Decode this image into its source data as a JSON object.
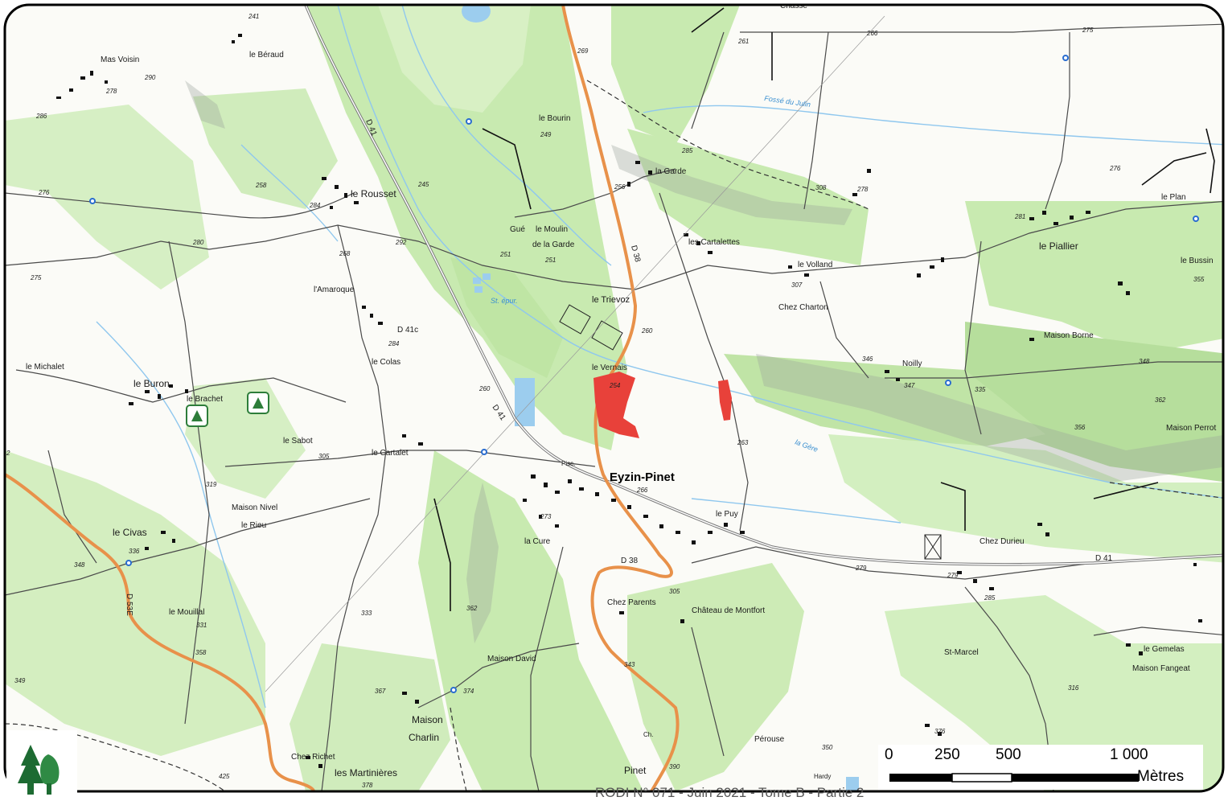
{
  "map": {
    "town": "Eyzin-Pinet",
    "places": [
      "Mas Voisin",
      "le Béraud",
      "le Rousset",
      "l'Amaroque",
      "le Michalet",
      "le Buron",
      "le Brachet",
      "le Colas",
      "le Sabot",
      "le Cartalet",
      "Maison Nivel",
      "le Rieu",
      "le Civas",
      "le Mouillal",
      "Chez Richet",
      "les Martinières",
      "Maison David",
      "Maison",
      "Charlin",
      "le Bourin",
      "la Garde",
      "Gué",
      "le Moulin",
      "de la Garde",
      "le Trievoz",
      "le Vernais",
      "les Cartalettes",
      "le Volland",
      "Chez Charton",
      "Noilly",
      "le Piallier",
      "le Plan",
      "le Bussin",
      "Maison Borne",
      "Maison Perrot",
      "le Puy",
      "Chez Durieu",
      "Chez Parents",
      "Château de Montfort",
      "St-Marcel",
      "le Gemelas",
      "Maison Fangeat",
      "Pérouse",
      "Pinet",
      "la Cure",
      "Pisc.",
      "Ch.",
      "Hardy"
    ],
    "roads": [
      "D 41",
      "D 41c",
      "D 38",
      "D 53E"
    ],
    "waterways": [
      "Fossé du Julin",
      "la Gère",
      "St. épur."
    ],
    "altitudes": [
      "241",
      "290",
      "278",
      "286",
      "258",
      "284",
      "245",
      "276",
      "280",
      "268",
      "292",
      "275",
      "284",
      "260",
      "319",
      "305",
      "336",
      "348",
      "331",
      "358",
      "349",
      "367",
      "378",
      "425",
      "333",
      "362",
      "374",
      "269",
      "249",
      "256",
      "251",
      "251",
      "260",
      "254",
      "285",
      "308",
      "278",
      "261",
      "266",
      "275",
      "276",
      "307",
      "346",
      "347",
      "335",
      "281",
      "355",
      "348",
      "362",
      "356",
      "263",
      "266",
      "273",
      "305",
      "279",
      "279",
      "285",
      "343",
      "390",
      "350",
      "316",
      "376",
      "2"
    ],
    "title_partial": "Chasse"
  },
  "scale": {
    "ticks": [
      "0",
      "250",
      "500",
      "1 000"
    ],
    "unit": "Mètres"
  },
  "footer": {
    "text": "RODI N° 071 - Juin 2021 - Tome B - Partie 2"
  },
  "colors": {
    "forest": "#c8eab0",
    "road_orange": "#e8914a",
    "sensitive_red": "#e8413a",
    "water": "#9ccdee",
    "border": "#000000"
  }
}
